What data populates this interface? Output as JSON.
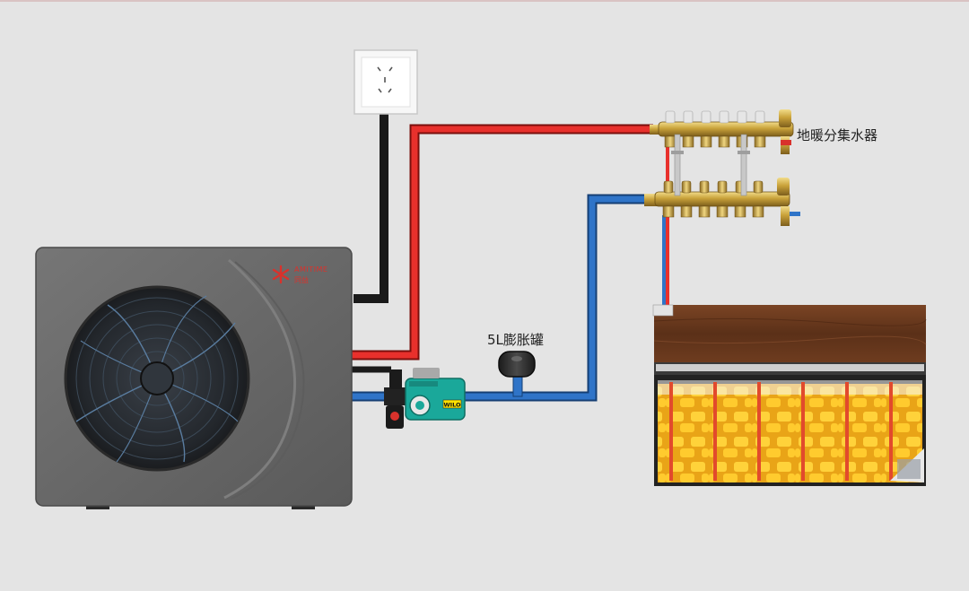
{
  "labels": {
    "manifold": "地暖分集水器",
    "expansion_tank": "5L膨胀罐"
  },
  "brand": {
    "logo_text": "AMITIME",
    "logo_subtext": "同益"
  },
  "pump": {
    "badge": "WILO"
  },
  "colors": {
    "background": "#e4e4e4",
    "supply_pipe": "#e8302c",
    "return_pipe": "#2f74c8",
    "power_cable": "#111111",
    "heat_pump_body": "#6a6a6a",
    "floor_insulation": "#f3b51c",
    "heating_pipe": "#e24a2c",
    "wood_floor": "#6b3a1d",
    "brass": "#c9a23a",
    "logo": "#d9322c"
  },
  "icons": [
    "socket-icon",
    "fan-icon",
    "pump-icon",
    "expansion-tank-icon",
    "manifold-icon",
    "logo-icon"
  ]
}
